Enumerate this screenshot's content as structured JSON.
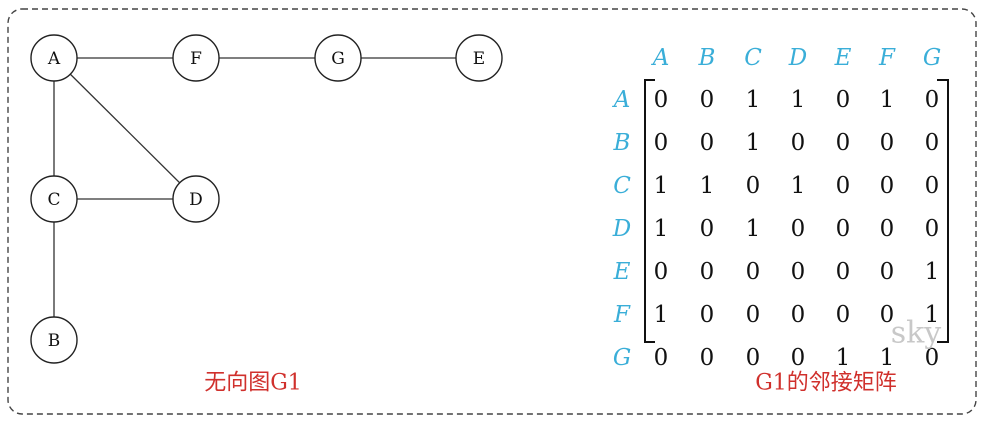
{
  "colors": {
    "caption": "#d0302c",
    "header": "#3aaed8",
    "watermark": "#c8c8c8",
    "stroke": "#222222"
  },
  "graph": {
    "nodes": [
      "A",
      "F",
      "G",
      "E",
      "C",
      "D",
      "B"
    ],
    "edges": [
      [
        "A",
        "F"
      ],
      [
        "F",
        "G"
      ],
      [
        "G",
        "E"
      ],
      [
        "A",
        "C"
      ],
      [
        "A",
        "D"
      ],
      [
        "C",
        "D"
      ],
      [
        "C",
        "B"
      ]
    ],
    "caption": "无向图G1"
  },
  "matrix": {
    "col_headers": [
      "A",
      "B",
      "C",
      "D",
      "E",
      "F",
      "G"
    ],
    "row_headers": [
      "A",
      "B",
      "C",
      "D",
      "E",
      "F",
      "G"
    ],
    "rows": [
      [
        0,
        0,
        1,
        1,
        0,
        1,
        0
      ],
      [
        0,
        0,
        1,
        0,
        0,
        0,
        0
      ],
      [
        1,
        1,
        0,
        1,
        0,
        0,
        0
      ],
      [
        1,
        0,
        1,
        0,
        0,
        0,
        0
      ],
      [
        0,
        0,
        0,
        0,
        0,
        0,
        1
      ],
      [
        1,
        0,
        0,
        0,
        0,
        0,
        1
      ],
      [
        0,
        0,
        0,
        0,
        1,
        1,
        0
      ]
    ],
    "caption": "G1的邻接矩阵"
  },
  "watermark": "sky"
}
